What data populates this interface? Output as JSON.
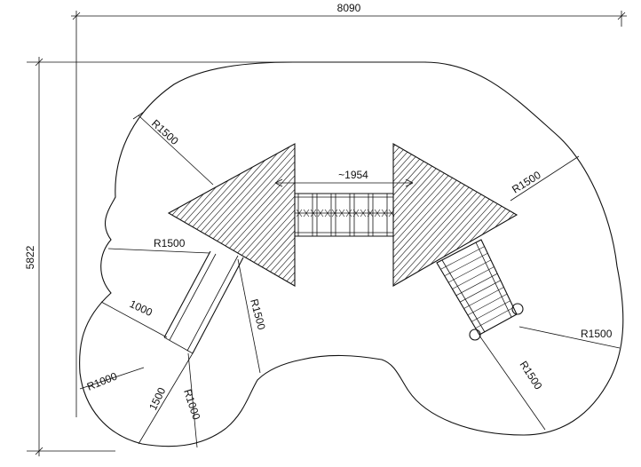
{
  "drawing": {
    "overall": {
      "width": "8090",
      "depth": "5822",
      "bridge_length": "~1954"
    },
    "radius_labels": {
      "r_top_left": "R1500",
      "r_left": "R1500",
      "r_center": "R1500",
      "r_top_right": "R1500",
      "r_right": "R1500",
      "r_bottom_right": "R1500",
      "r_bottom_left": "R1000",
      "r_bottom_mid": "R1000"
    },
    "offset_labels": {
      "slide_width": "1000",
      "slide_runout": "1500"
    },
    "components": [
      "left-deck",
      "right-deck",
      "bridge",
      "slide",
      "stairs"
    ]
  }
}
